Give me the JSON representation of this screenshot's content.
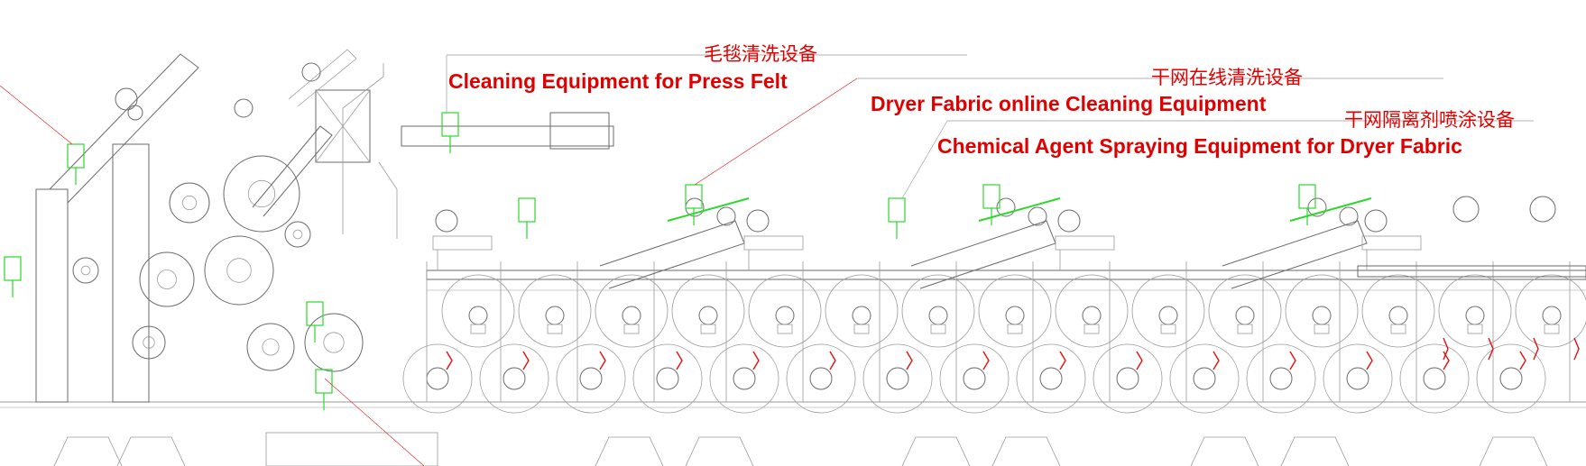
{
  "labels": {
    "press_felt": {
      "cn": "毛毯清洗设备",
      "en": "Cleaning Equipment for Press Felt"
    },
    "dryer_online": {
      "cn": "干网在线清洗设备",
      "en": "Dryer Fabric online Cleaning Equipment"
    },
    "chemical_spray": {
      "cn": "干网隔离剂喷涂设备",
      "en": "Chemical Agent Spraying Equipment for Dryer Fabric"
    }
  },
  "colors": {
    "line": "#9a9a9a",
    "dark_line": "#6a6a6a",
    "label": "#e00000",
    "equipment": "#2bd92b",
    "valve": "#e01010"
  }
}
